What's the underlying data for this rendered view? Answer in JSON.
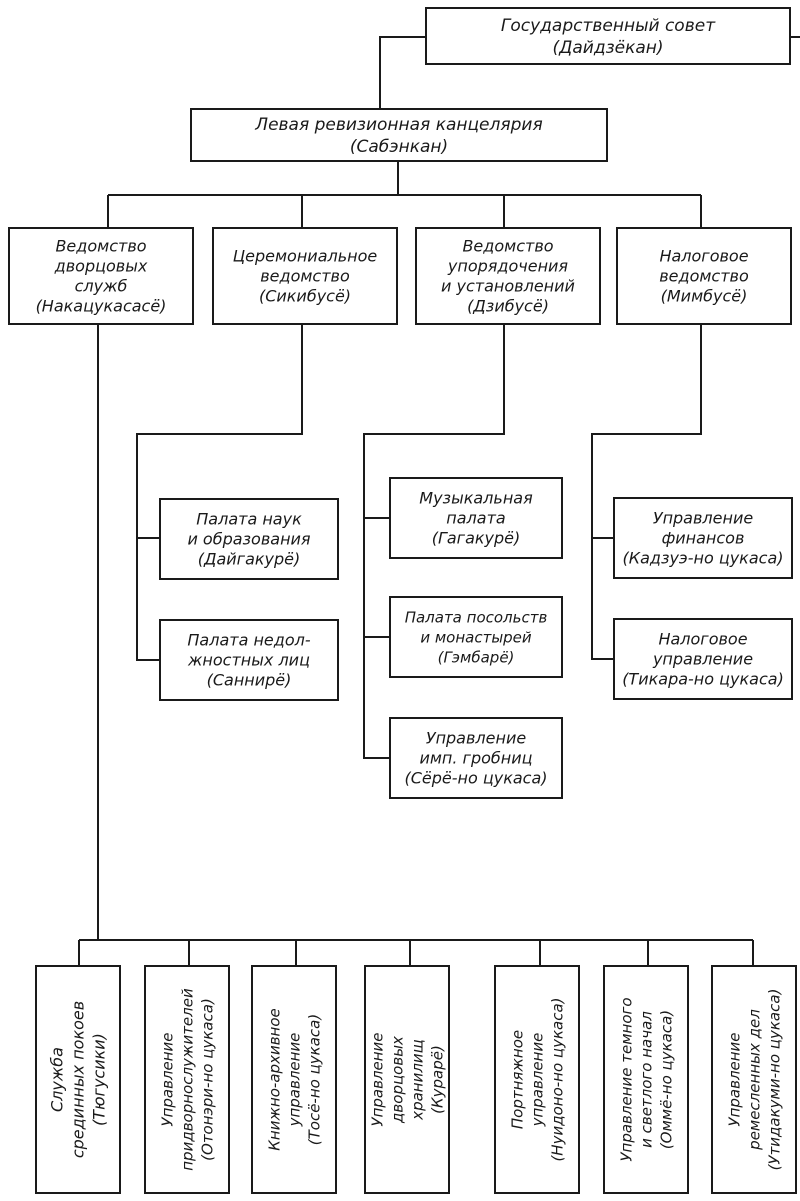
{
  "nodes": {
    "council": {
      "lines": [
        "Государственный совет",
        "(Дайдзёкан)"
      ]
    },
    "left": {
      "lines": [
        "Левая ревизионная канцелярия",
        "(Сабэнкан)"
      ]
    },
    "palace": {
      "lines": [
        "Ведомство",
        "дворцовых",
        "служб",
        "(Накацукасасё)"
      ]
    },
    "ceremony": {
      "lines": [
        "Церемониальное",
        "ведомство",
        "(Сикибусё)"
      ]
    },
    "order": {
      "lines": [
        "Ведомство",
        "упорядочения",
        "и установлений",
        "(Дзибусё)"
      ]
    },
    "tax": {
      "lines": [
        "Налоговое",
        "ведомство",
        "(Мимбусё)"
      ]
    },
    "sciences": {
      "lines": [
        "Палата наук",
        "и образования",
        "(Дайгакурё)"
      ]
    },
    "estates": {
      "lines": [
        "Палата недол-",
        "жностных лиц",
        "(Саннирё)"
      ]
    },
    "music": {
      "lines": [
        "Музыкальная",
        "палата",
        "(Гагакурё)"
      ]
    },
    "embassies": {
      "lines": [
        "Палата посольств",
        "и монастырей",
        "(Гэмбарё)"
      ]
    },
    "tombs": {
      "lines": [
        "Управление",
        "имп. гробниц",
        "(Сёрё-но цукаса)"
      ]
    },
    "finance": {
      "lines": [
        "Управление",
        "финансов",
        "(Кадзуэ-но цукаса)"
      ]
    },
    "taxadm": {
      "lines": [
        "Налоговое",
        "управление",
        "(Тикара-но цукаса)"
      ]
    },
    "v1": {
      "lines": [
        "Служба",
        "срединных покоев",
        "(Тюгусики)"
      ]
    },
    "v2": {
      "lines": [
        "Управление",
        "придворнослужителей",
        "(Отонэри-но цукаса)"
      ]
    },
    "v3": {
      "lines": [
        "Книжно-архивное",
        "управление",
        "(Тосё-но цукаса)"
      ]
    },
    "v4": {
      "lines": [
        "Управление",
        "дворцовых",
        "хранилищ",
        "(Курарё)"
      ]
    },
    "v5": {
      "lines": [
        "Портняжное",
        "управление",
        "(Нуидоно-но цукаса)"
      ]
    },
    "v6": {
      "lines": [
        "Управление темного",
        "и светлого начал",
        "(Оммё-но цукаса)"
      ]
    },
    "v7": {
      "lines": [
        "Управление",
        "ремесленных дел",
        "(Утидакуми-но цукаса)"
      ]
    }
  }
}
